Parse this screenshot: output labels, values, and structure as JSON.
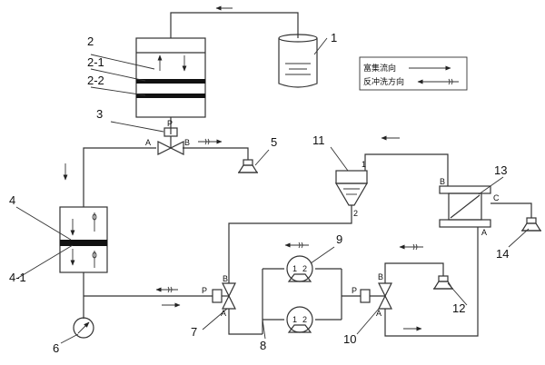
{
  "diagram": {
    "labels": {
      "n1": "1",
      "n2": "2",
      "n2_1": "2-1",
      "n2_2": "2-2",
      "n3": "3",
      "n4": "4",
      "n4_1": "4-1",
      "n5": "5",
      "n6": "6",
      "n7": "7",
      "n8": "8",
      "n9": "9",
      "n10": "10",
      "n11": "11",
      "n12": "12",
      "n13": "13",
      "n14": "14"
    },
    "ports": {
      "v3_p": "P",
      "v3_a": "A",
      "v3_b": "B",
      "v7_p": "P",
      "v7_a": "A",
      "v7_b": "B",
      "v10_p": "P",
      "v10_a": "A",
      "v10_b": "B",
      "cyc_1": "1",
      "cyc_2": "2",
      "f13_a": "A",
      "f13_b": "B",
      "f13_c": "C",
      "pump_top_1": "1",
      "pump_top_2": "2",
      "pump_bot_1": "1",
      "pump_bot_2": "2"
    },
    "legend": {
      "enrich": "富集流向",
      "backwash": "反冲洗方向"
    }
  }
}
